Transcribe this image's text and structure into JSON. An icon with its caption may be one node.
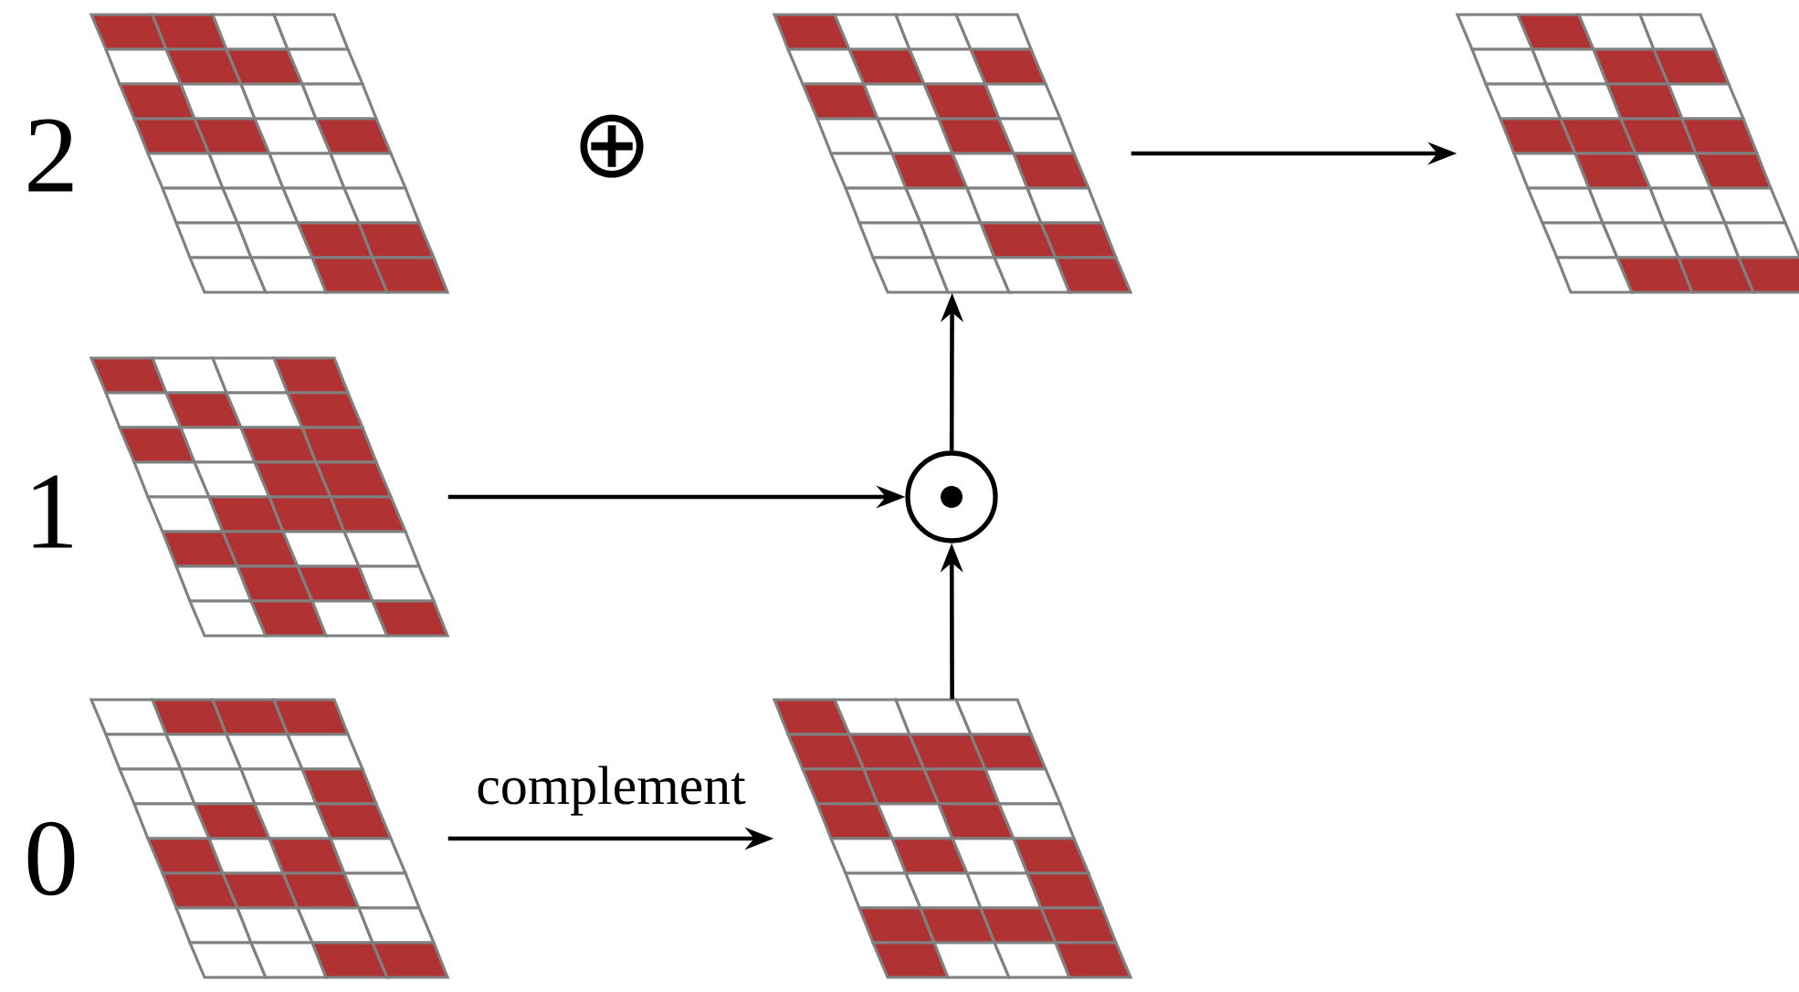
{
  "diagram": {
    "nodes": [
      {
        "text": [],
        "shape": "grid"
      },
      {
        "text": [],
        "shape": "grid"
      },
      {
        "text": [],
        "shape": "grid"
      },
      {
        "text": [],
        "shape": "grid"
      },
      {
        "text": [],
        "shape": "circle"
      },
      {
        "text": [],
        "shape": "grid"
      },
      {
        "text": [],
        "shape": "grid"
      }
    ],
    "edges": [
      {
        "from": 1,
        "to": 2,
        "arrow": "to"
      },
      {
        "from": 3,
        "to": 4,
        "arrow": "to"
      },
      {
        "from": 6,
        "to": 4,
        "arrow": "to"
      },
      {
        "from": 4,
        "to": 1,
        "arrow": "to"
      },
      {
        "from": 5,
        "to": 6,
        "arrow": "to",
        "label": "complement"
      }
    ],
    "labels": [
      "2",
      "1",
      "0",
      "⊕"
    ]
  }
}
